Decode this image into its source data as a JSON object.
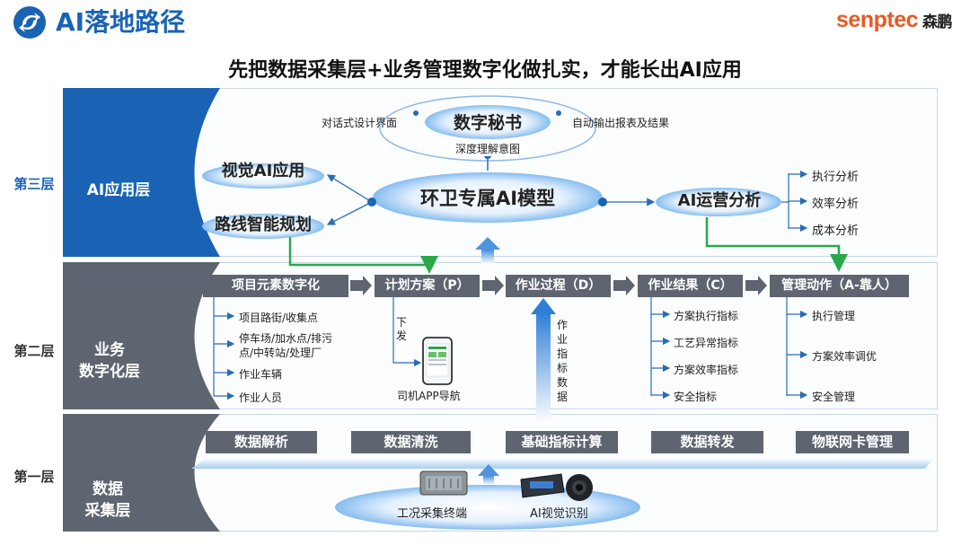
{
  "header": {
    "title": "AI落地路径",
    "brand_en": "senptec",
    "brand_cn": "森鹏"
  },
  "headline": "先把数据采集层+业务管理数字化做扎实，才能长出AI应用",
  "layers": {
    "third": {
      "label": "第三层",
      "band_name": "AI应用层",
      "secretary": "数字秘书",
      "dialog_ui": "对话式设计界面",
      "auto_report": "自动输出报表及结果",
      "intent": "深度理解意图",
      "visual_ai": "视觉AI应用",
      "route_plan": "路线智能规划",
      "core_model": "环卫专属AI模型",
      "ops_analysis": "AI运营分析",
      "analyses": [
        "执行分析",
        "效率分析",
        "成本分析"
      ]
    },
    "second": {
      "label": "第二层",
      "band_name_1": "业务",
      "band_name_2": "数字化层",
      "steps": [
        "项目元素数字化",
        "计划方案（P）",
        "作业过程（D）",
        "作业结果（C）",
        "管理动作（A-靠人）"
      ],
      "elements": [
        "项目路街/收集点",
        "停车场/加水点/排污",
        "点/中转站/处理厂",
        "作业车辆",
        "作业人员"
      ],
      "dispatch": "下发",
      "driver_app": "司机APP导航",
      "work_metrics": "作业指标数据",
      "results": [
        "方案执行指标",
        "工艺异常指标",
        "方案效率指标",
        "安全指标"
      ],
      "actions": [
        "执行管理",
        "方案效率调优",
        "安全管理"
      ]
    },
    "first": {
      "label": "第一层",
      "band_name_1": "数据",
      "band_name_2": "采集层",
      "tasks": [
        "数据解析",
        "数据清洗",
        "基础指标计算",
        "数据转发",
        "物联网卡管理"
      ],
      "terminal": "工况采集终端",
      "vision": "AI视觉识别"
    }
  },
  "colors": {
    "brand_blue": "#1a63b4",
    "layer_dark": "#5e6570",
    "connector_green": "#2aa84a",
    "brand_orange": "#e85a24"
  }
}
